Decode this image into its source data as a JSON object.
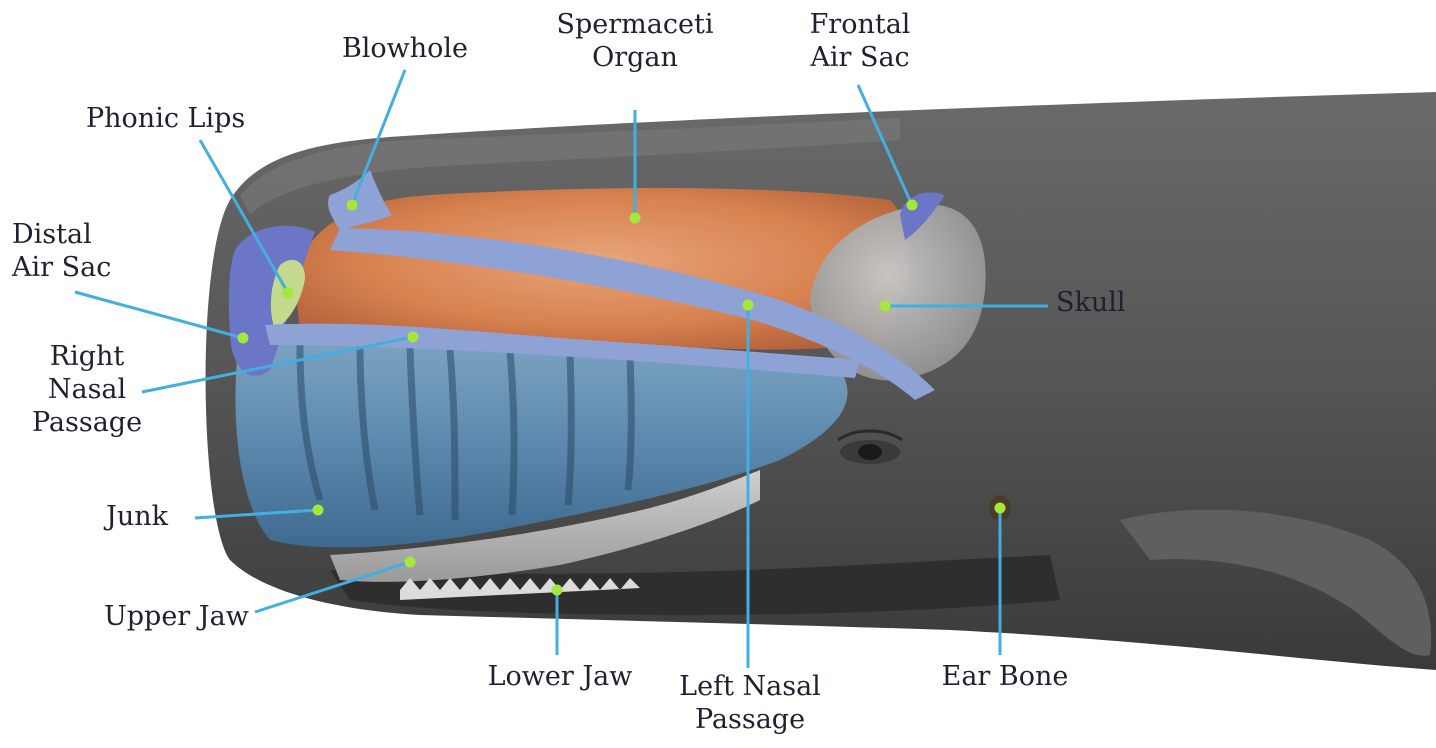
{
  "colors": {
    "leader": "#43aee0",
    "dot": "#a4e83a",
    "skin_dark": "#4d4d4d",
    "skin_light": "#6f6f6f",
    "spermaceti": "#d9845a",
    "junk": "#5b88ad",
    "passage": "#8fa2d6",
    "air_sac": "#6b76c6",
    "phonic_lips": "#bfd78a",
    "skull": "#aaaaaa",
    "label_text": "#1e2230"
  },
  "labels": {
    "spermaceti_organ": [
      "Spermaceti",
      "Organ"
    ],
    "frontal_air_sac": [
      "Frontal",
      "Air Sac"
    ],
    "blowhole": [
      "Blowhole"
    ],
    "phonic_lips": [
      "Phonic Lips"
    ],
    "distal_air_sac": [
      "Distal",
      "Air Sac"
    ],
    "right_nasal_passage": [
      "Right",
      "Nasal",
      "Passage"
    ],
    "skull": [
      "Skull"
    ],
    "junk": [
      "Junk"
    ],
    "upper_jaw": [
      "Upper Jaw"
    ],
    "lower_jaw": [
      "Lower Jaw"
    ],
    "left_nasal_passage": [
      "Left Nasal",
      "Passage"
    ],
    "ear_bone": [
      "Ear Bone"
    ]
  }
}
